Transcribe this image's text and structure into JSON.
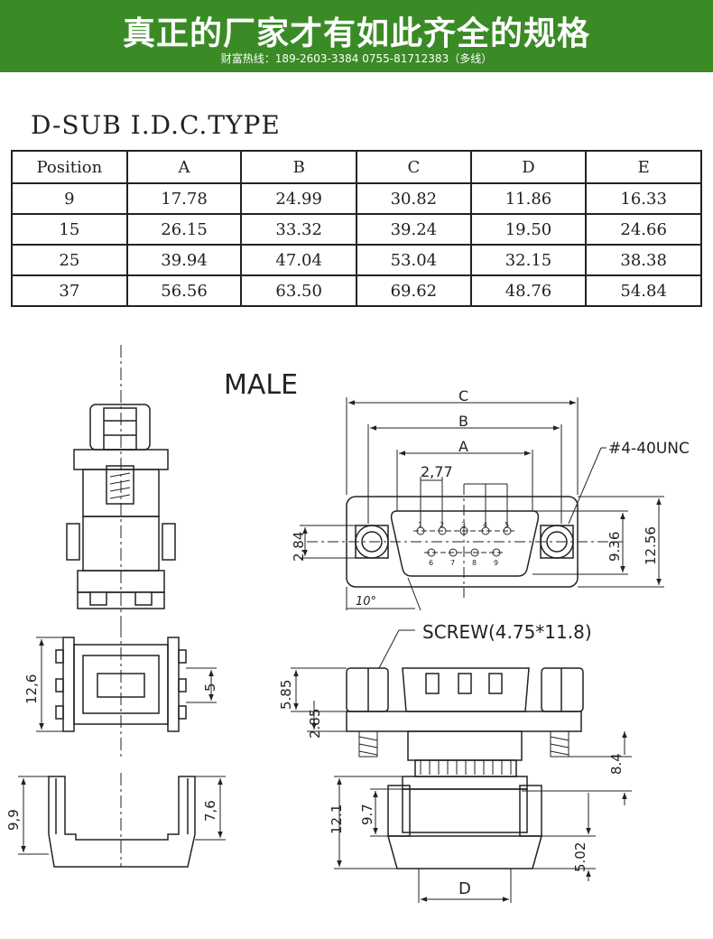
{
  "banner": {
    "title": "真正的厂家才有如此齐全的规格",
    "hotline": "财富热线：189-2603-3384  0755-81712383（多线）",
    "color": "#3a8a25"
  },
  "section_title": "D-SUB I.D.C.TYPE",
  "table": {
    "headers": [
      "Position",
      "A",
      "B",
      "C",
      "D",
      "E"
    ],
    "rows": [
      [
        "9",
        "17.78",
        "24.99",
        "30.82",
        "11.86",
        "16.33"
      ],
      [
        "15",
        "26.15",
        "33.32",
        "39.24",
        "19.50",
        "24.66"
      ],
      [
        "25",
        "39.94",
        "47.04",
        "53.04",
        "32.15",
        "38.38"
      ],
      [
        "37",
        "56.56",
        "63.50",
        "69.62",
        "48.76",
        "54.84"
      ]
    ]
  },
  "drawing": {
    "male_label": "MALE",
    "labels": {
      "c": "C",
      "b": "B",
      "a": "A",
      "pitch": "2,77",
      "thread": "#4-40UNC",
      "h284": "2,84",
      "h936": "9.36",
      "h1256": "12.56",
      "angle": "10°",
      "screw": "SCREW(4.75*11.8)",
      "h585": "5.85",
      "h285": "2.85",
      "h84": "8.4",
      "h121": "12.1",
      "h97": "9.7",
      "h502": "5.02",
      "d": "D",
      "h126": "12,6",
      "h5": "5",
      "h99": "9,9",
      "h76": "7,6"
    },
    "pins_top": [
      "1",
      "2",
      "3",
      "4",
      "5"
    ],
    "pins_bottom": [
      "6",
      "7",
      "8",
      "9"
    ]
  }
}
